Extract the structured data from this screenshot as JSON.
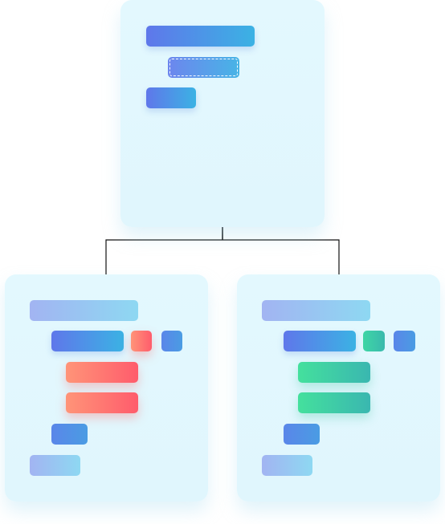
{
  "diagram": {
    "type": "class-inheritance",
    "colors": {
      "panel": "#e2f7fd",
      "primary_start": "#5f77ea",
      "primary_end": "#3bb2e4",
      "light_start": "#a2b4f2",
      "light_end": "#8ed8f2",
      "accent_red_start": "#ff9478",
      "accent_red_end": "#ff5c6c",
      "accent_green_start": "#44e09d",
      "accent_green_end": "#3ab7b0",
      "connector": "#111111"
    },
    "arrow_icon": "hollow-triangle-arrow-icon",
    "parent": {
      "name": "parent-block",
      "rows": 3
    },
    "children": [
      {
        "name": "child-block-left",
        "accent": "red",
        "rows": 6
      },
      {
        "name": "child-block-right",
        "accent": "green",
        "rows": 6
      }
    ]
  }
}
